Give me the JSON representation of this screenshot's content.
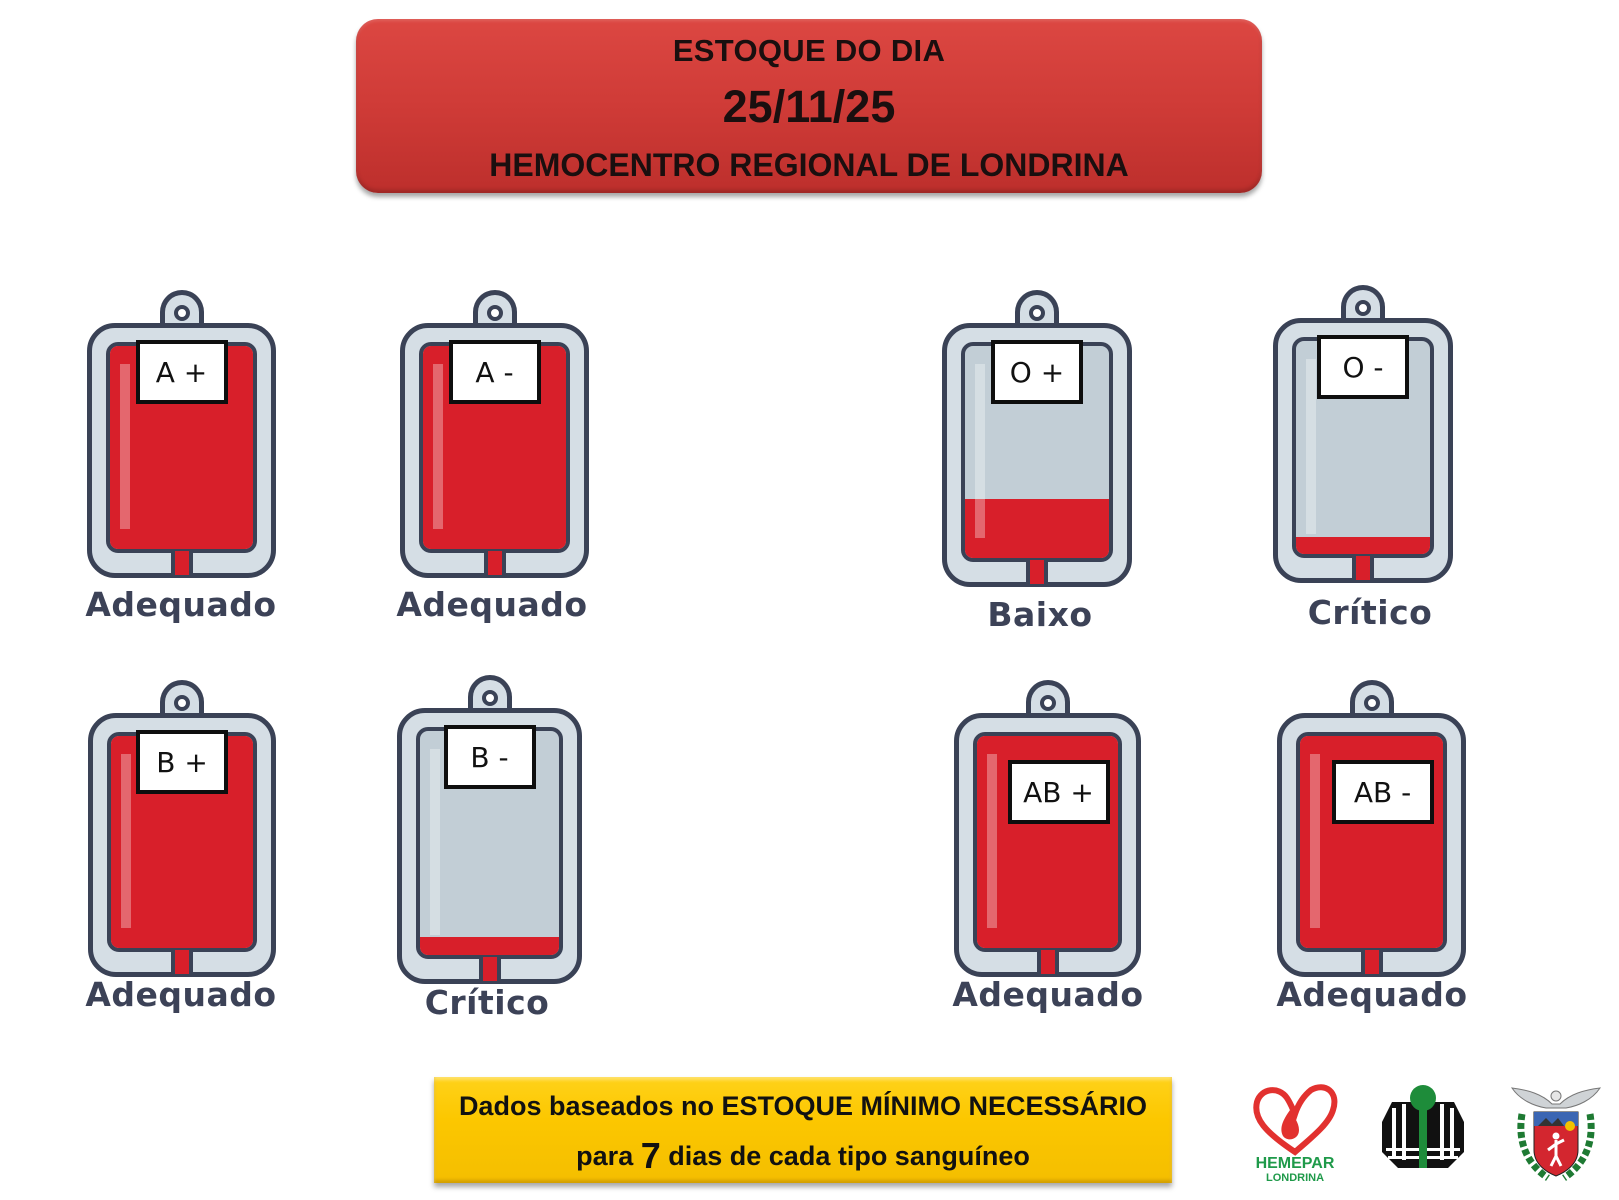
{
  "header": {
    "title": "ESTOQUE DO DIA",
    "date": "25/11/25",
    "institution": "HEMOCENTRO REGIONAL DE LONDRINA"
  },
  "colors": {
    "header_red": "#cf3b37",
    "blood_red": "#d81f2a",
    "bag_empty": "#c2ced6",
    "bag_frame": "#d5dee5",
    "outline": "#3a4256",
    "notice_yellow": "#fcc700",
    "status_text": "#3c4257"
  },
  "blood_types": [
    {
      "type": "A +",
      "status": "Adequado",
      "fill_percent": 100
    },
    {
      "type": "A -",
      "status": "Adequado",
      "fill_percent": 100
    },
    {
      "type": "O +",
      "status": "Baixo",
      "fill_percent": 28
    },
    {
      "type": "O -",
      "status": "Crítico",
      "fill_percent": 8
    },
    {
      "type": "B +",
      "status": "Adequado",
      "fill_percent": 100
    },
    {
      "type": "B -",
      "status": "Crítico",
      "fill_percent": 8
    },
    {
      "type": "AB +",
      "status": "Adequado",
      "fill_percent": 100
    },
    {
      "type": "AB -",
      "status": "Adequado",
      "fill_percent": 100
    }
  ],
  "notice": {
    "line1": "Dados baseados no ESTOQUE MÍNIMO NECESSÁRIO",
    "line2_prefix": "para ",
    "line2_number": "7",
    "line2_suffix": " dias de cada tipo sanguíneo"
  },
  "logos": {
    "hemepar_line1": "HEMEPAR",
    "hemepar_line2": "LONDRINA",
    "uel": "uel-logo",
    "parana": "parana-coat-of-arms"
  }
}
